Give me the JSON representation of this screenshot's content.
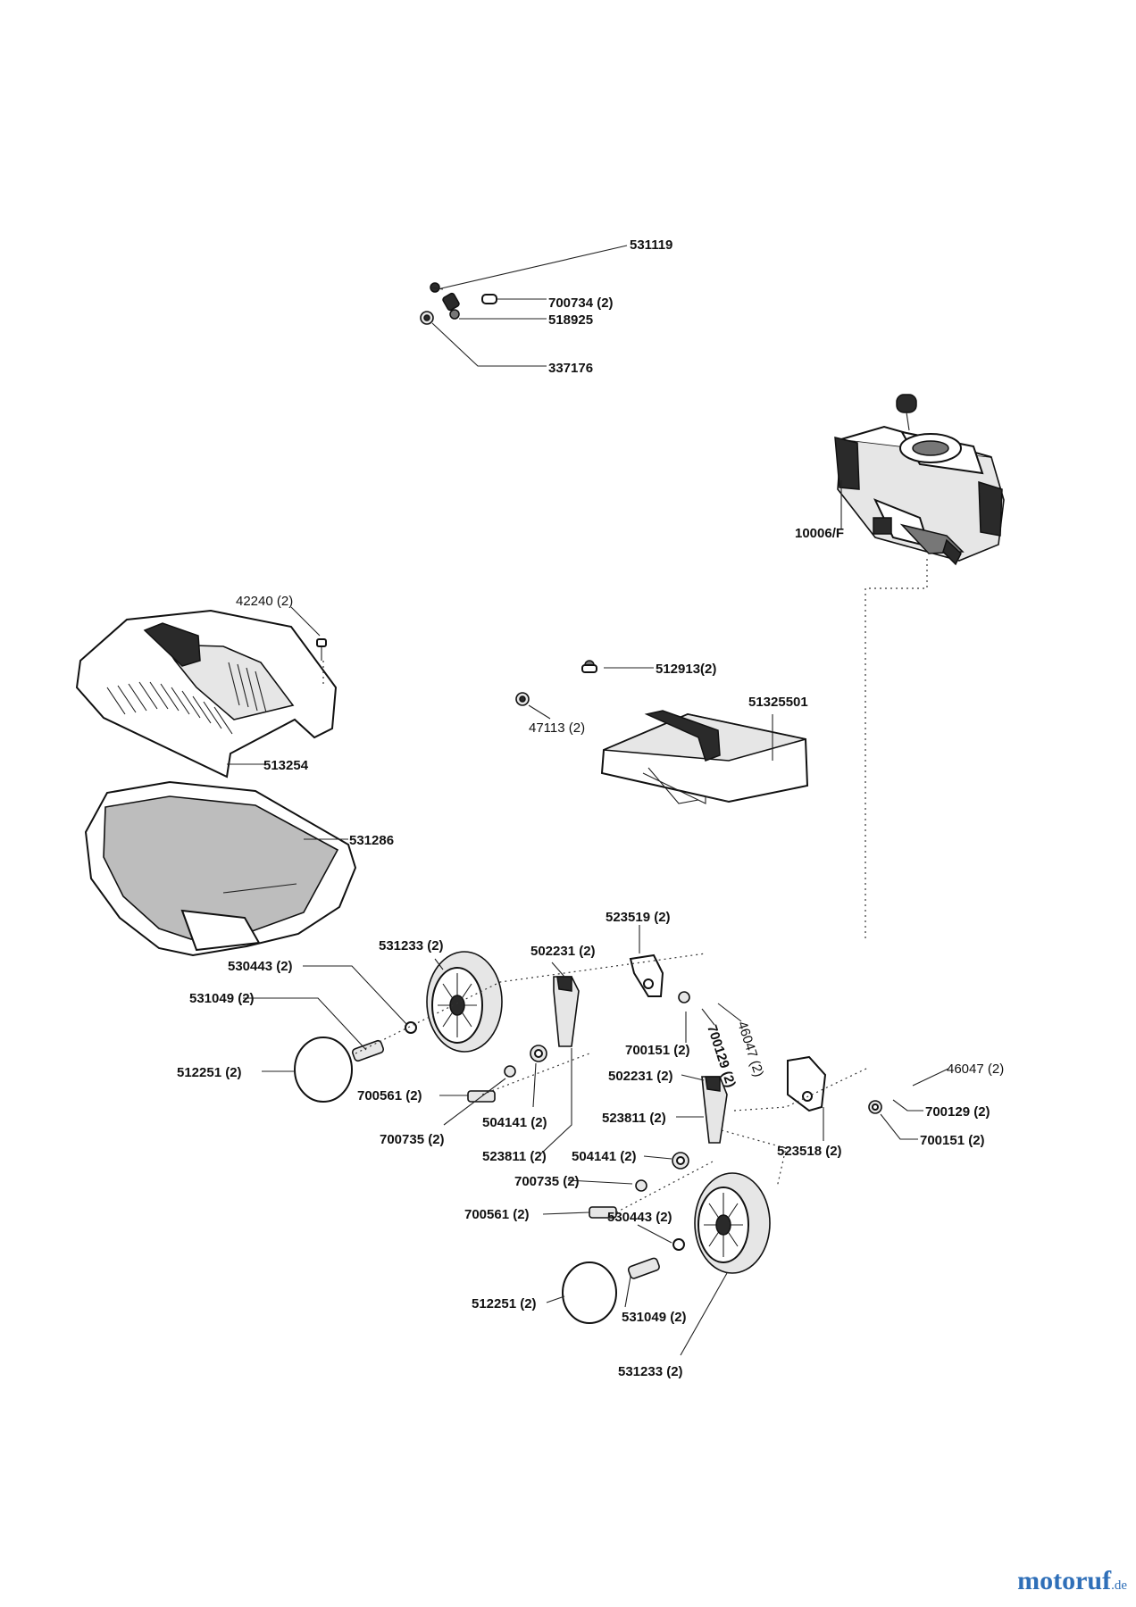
{
  "watermark": {
    "main": "motoruf",
    "tld": ".de"
  },
  "labels": {
    "l531119": "531119",
    "l700734": "700734 (2)",
    "l518925": "518925",
    "l337176": "337176",
    "l10006F": "10006/F",
    "l42240": "42240 (2)",
    "l513254": "513254",
    "l531286": "531286",
    "l512913": "512913(2)",
    "l47113": "47113 (2)",
    "l51325501": "51325501",
    "l523519": "523519 (2)",
    "l531233a": "531233 (2)",
    "l502231a": "502231 (2)",
    "l530443a": "530443 (2)",
    "l531049a": "531049 (2)",
    "l512251a": "512251 (2)",
    "l700561a": "700561 (2)",
    "l700735a": "700735 (2)",
    "l504141a": "504141 (2)",
    "l523811a": "523811 (2)",
    "l700151a": "700151 (2)",
    "l700129a": "700129 (2)",
    "l46047a": "46047 (2)",
    "l46047b": "46047 (2)",
    "l502231b": "502231 (2)",
    "l523811b": "523811 (2)",
    "l700129b": "700129 (2)",
    "l700151b": "700151 (2)",
    "l523518": "523518 (2)",
    "l504141b": "504141 (2)",
    "l700735b": "700735 (2)",
    "l700561b": "700561 (2)",
    "l530443b": "530443 (2)",
    "l512251b": "512251 (2)",
    "l531049b": "531049 (2)",
    "l531233b": "531233 (2)"
  }
}
